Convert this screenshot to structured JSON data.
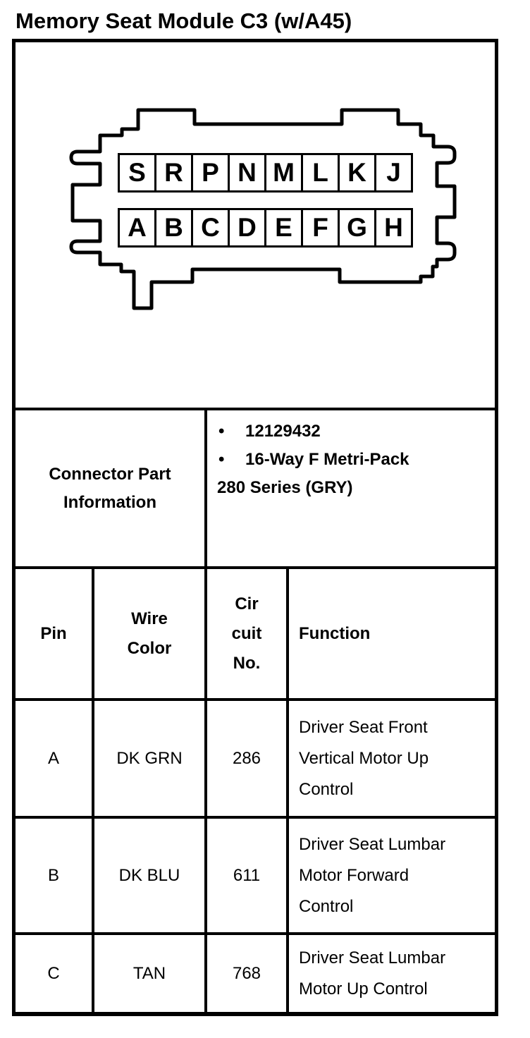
{
  "page": {
    "title": "Memory Seat Module C3 (w/A45)"
  },
  "colors": {
    "ink": "#000000",
    "paper": "#ffffff"
  },
  "connector": {
    "description": "16-way connector face view",
    "top_row": [
      "S",
      "R",
      "P",
      "N",
      "M",
      "L",
      "K",
      "J"
    ],
    "bottom_row": [
      "A",
      "B",
      "C",
      "D",
      "E",
      "F",
      "G",
      "H"
    ]
  },
  "part_info": {
    "label": "Connector Part\nInformation",
    "lines": [
      {
        "bullet": "•",
        "text": "12129432"
      },
      {
        "bullet": "•",
        "text": "16-Way F Metri-Pack"
      },
      {
        "bullet": "",
        "text": "280 Series (GRY)"
      }
    ]
  },
  "pin_table": {
    "headers": {
      "pin": "Pin",
      "wire_color": "Wire\nColor",
      "circuit_no": "Cir\ncuit\nNo.",
      "function": "Function"
    },
    "rows": [
      {
        "pin": "A",
        "wire_color": "DK GRN",
        "circuit_no": "286",
        "function": "Driver Seat Front\nVertical Motor Up\nControl"
      },
      {
        "pin": "B",
        "wire_color": "DK BLU",
        "circuit_no": "611",
        "function": "Driver Seat Lumbar\nMotor Forward\nControl"
      },
      {
        "pin": "C",
        "wire_color": "TAN",
        "circuit_no": "768",
        "function": "Driver Seat Lumbar\nMotor Up Control"
      }
    ]
  }
}
